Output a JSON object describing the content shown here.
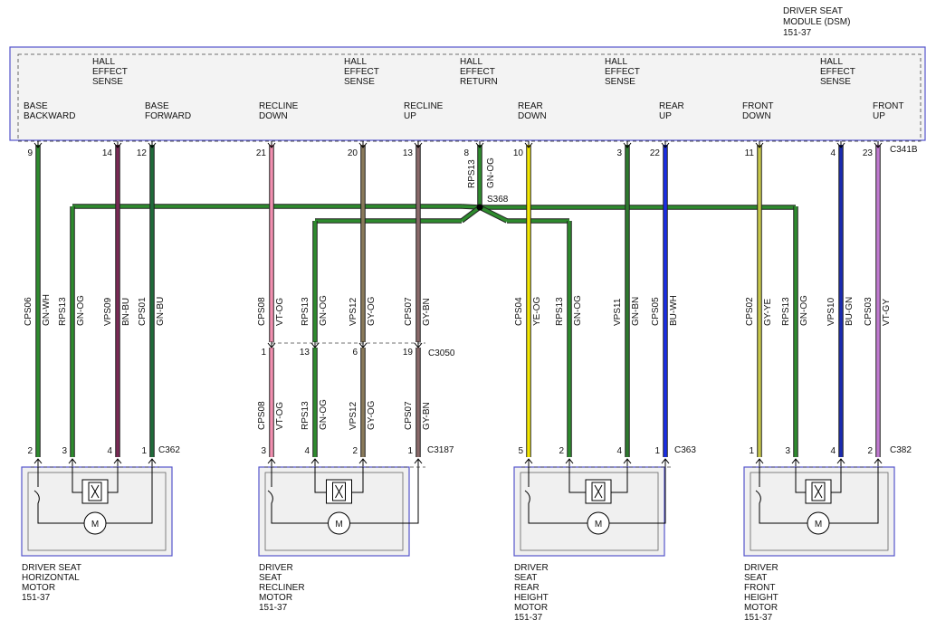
{
  "module": {
    "title_lines": [
      "DRIVER SEAT",
      "MODULE (DSM)",
      "151-37"
    ],
    "connector": "C341B"
  },
  "pin_labels": [
    {
      "lines": [
        "BASE",
        "BACKWARD"
      ]
    },
    {
      "lines": [
        "HALL",
        "EFFECT",
        "SENSE"
      ]
    },
    {
      "lines": [
        "BASE",
        "FORWARD"
      ]
    },
    {
      "lines": [
        "RECLINE",
        "DOWN"
      ]
    },
    {
      "lines": [
        "HALL",
        "EFFECT",
        "SENSE"
      ]
    },
    {
      "lines": [
        "RECLINE",
        "UP"
      ]
    },
    {
      "lines": [
        "HALL",
        "EFFECT",
        "RETURN"
      ]
    },
    {
      "lines": [
        "REAR",
        "DOWN"
      ]
    },
    {
      "lines": [
        "HALL",
        "EFFECT",
        "SENSE"
      ]
    },
    {
      "lines": [
        "REAR",
        "UP"
      ]
    },
    {
      "lines": [
        "FRONT",
        "DOWN"
      ]
    },
    {
      "lines": [
        "HALL",
        "EFFECT",
        "SENSE"
      ]
    },
    {
      "lines": [
        "FRONT",
        "UP"
      ]
    }
  ],
  "splice": "S368",
  "return_wire": {
    "pin": "8",
    "circuit": "RPS13",
    "color": "GN-OG"
  },
  "wires": [
    {
      "pin_top": "9",
      "circuit": "CPS06",
      "color": "GN-WH",
      "pin_bottom": "2"
    },
    {
      "pin_top": "",
      "circuit": "RPS13",
      "color": "GN-OG",
      "pin_bottom": "3"
    },
    {
      "pin_top": "14",
      "circuit": "VPS09",
      "color": "BN-BU",
      "pin_bottom": "4"
    },
    {
      "pin_top": "12",
      "circuit": "CPS01",
      "color": "GN-BU",
      "pin_bottom": "1"
    },
    {
      "pin_top": "21",
      "circuit": "CPS08",
      "color": "VT-OG",
      "pin_mid": "1",
      "pin_bottom": "3"
    },
    {
      "pin_top": "",
      "circuit": "RPS13",
      "color": "GN-OG",
      "pin_mid": "13",
      "pin_bottom": "4"
    },
    {
      "pin_top": "20",
      "circuit": "VPS12",
      "color": "GY-OG",
      "pin_mid": "6",
      "pin_bottom": "2"
    },
    {
      "pin_top": "13",
      "circuit": "CPS07",
      "color": "GY-BN",
      "pin_mid": "19",
      "pin_bottom": "1"
    },
    {
      "pin_top": "10",
      "circuit": "CPS04",
      "color": "YE-OG",
      "pin_bottom": "5"
    },
    {
      "pin_top": "",
      "circuit": "RPS13",
      "color": "GN-OG",
      "pin_bottom": "2"
    },
    {
      "pin_top": "3",
      "circuit": "VPS11",
      "color": "GN-BN",
      "pin_bottom": "4"
    },
    {
      "pin_top": "22",
      "circuit": "CPS05",
      "color": "BU-WH",
      "pin_bottom": "1"
    },
    {
      "pin_top": "11",
      "circuit": "CPS02",
      "color": "GY-YE",
      "pin_bottom": "1"
    },
    {
      "pin_top": "",
      "circuit": "RPS13",
      "color": "GN-OG",
      "pin_bottom": "3"
    },
    {
      "pin_top": "4",
      "circuit": "VPS10",
      "color": "BU-GN",
      "pin_bottom": "4"
    },
    {
      "pin_top": "23",
      "circuit": "CPS03",
      "color": "VT-GY",
      "pin_bottom": "2"
    }
  ],
  "mid_connector": "C3050",
  "motors": [
    {
      "connector": "C362",
      "name_lines": [
        "DRIVER SEAT",
        "HORIZONTAL",
        "MOTOR",
        "151-37"
      ]
    },
    {
      "connector": "C3187",
      "name_lines": [
        "DRIVER",
        "SEAT",
        "RECLINER",
        "MOTOR",
        "151-37"
      ]
    },
    {
      "connector": "C363",
      "name_lines": [
        "DRIVER",
        "SEAT",
        "REAR",
        "HEIGHT",
        "MOTOR",
        "151-37"
      ]
    },
    {
      "connector": "C382",
      "name_lines": [
        "DRIVER",
        "SEAT",
        "FRONT",
        "HEIGHT",
        "MOTOR",
        "151-37"
      ]
    }
  ],
  "motor_symbol": "M",
  "colors": {
    "GN-WH": "#2e8b2e",
    "GN-OG": "#2e8b2e",
    "BN-BU": "#7a2a55",
    "GN-BU": "#1f6b3a",
    "VT-OG": "#f28fb0",
    "GY-OG": "#8a7a5a",
    "GY-BN": "#8a6a6a",
    "YE-OG": "#f2e600",
    "GN-BN": "#2e7a2e",
    "BU-WH": "#1a2ee6",
    "GY-YE": "#c8c84a",
    "BU-GN": "#1a2ab0",
    "VT-GY": "#c07ad0",
    "outline": "#5555cc",
    "box_fill": "#f0f0f0"
  }
}
